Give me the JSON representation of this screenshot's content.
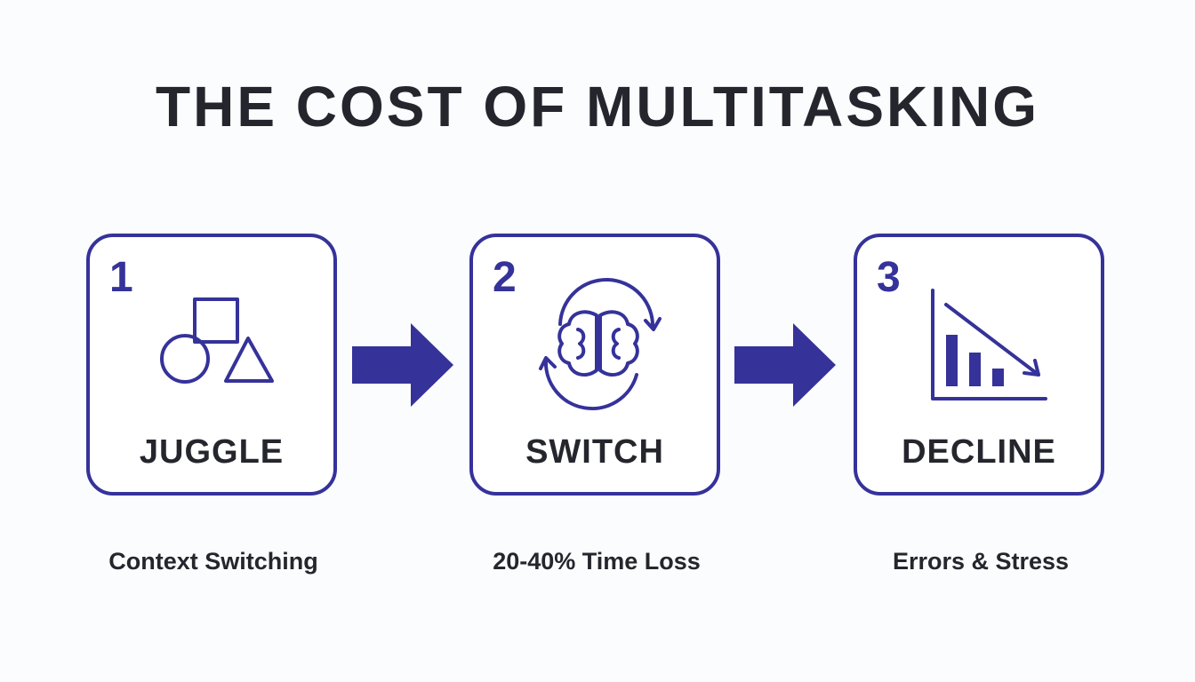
{
  "title": "THE COST OF MULTITASKING",
  "steps": [
    {
      "number": "1",
      "label": "JUGGLE",
      "icon": "shapes-icon",
      "caption": "Context Switching"
    },
    {
      "number": "2",
      "label": "SWITCH",
      "icon": "brain-cycle-icon",
      "caption": "20-40% Time Loss"
    },
    {
      "number": "3",
      "label": "DECLINE",
      "icon": "declining-bar-chart-icon",
      "caption": "Errors & Stress"
    }
  ],
  "colors": {
    "accent": "#35329a",
    "text": "#25262d",
    "background": "#fbfcfd"
  }
}
